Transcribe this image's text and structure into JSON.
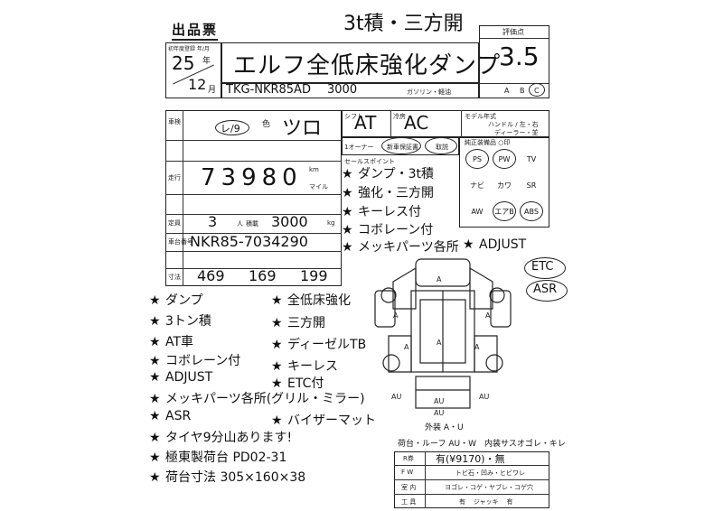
{
  "header": {
    "title": "出品票",
    "load_note": "3t積・三方開",
    "year_label": "初年度登録 年/月",
    "year": "25",
    "year_unit": "年",
    "month": "12",
    "month_unit": "月",
    "vehicle_name": "エルフ全低床強化ダンプ",
    "model_code": "TKG-NKR85AD",
    "displacement": "3000",
    "fuel_label": "ガソリン・軽油",
    "score_label": "評価点",
    "score": "3.5",
    "grades": [
      "A",
      "B",
      "C"
    ]
  },
  "form": {
    "shaken_label": "車検",
    "shaken_value": "レ/9",
    "color_label": "色",
    "color_value": "ツロ",
    "shift_label": "シフト",
    "shift_value": "AT",
    "ac_label": "冷房",
    "ac_value": "AC",
    "model_year_label": "モデル年式",
    "handle_label": "ハンドル / 左・右",
    "dealer_label": "ディーラー・並",
    "mileage_label": "走行",
    "mileage_value": "73980",
    "mileage_unit_km": "km",
    "mileage_unit_mile": "マイル",
    "capacity_label": "定員",
    "capacity_value": "3",
    "capacity_unit": "人",
    "load_label": "積載",
    "load_value": "3000",
    "load_unit": "kg",
    "chassis_label": "車台番号",
    "chassis_value": "NKR85-7034290",
    "size_label": "寸法",
    "length": "469",
    "width": "169",
    "height": "199",
    "owner_label": "1オーナー",
    "new_car_label": "新車保証書",
    "manual_label": "取説",
    "sales_point_label": "セールスポイント"
  },
  "equipment": {
    "label": "純正装備品 ○印",
    "cells": [
      "PS",
      "PW",
      "TV",
      "ナビ",
      "カワ",
      "SR",
      "AW",
      "エアB",
      "ABS"
    ]
  },
  "sales_points": [
    "ダンプ・3t積",
    "強化・三方開",
    "キーレス付",
    "コボレーン付",
    "メッキパーツ各所",
    "ADJUST"
  ],
  "badges": [
    "ETC",
    "ASR"
  ],
  "notes_left": [
    "ダンプ",
    "3トン積",
    "AT車",
    "コボレーン付",
    "ADJUST",
    "メッキパーツ各所(グリル・ミラー)",
    "ASR",
    "タイヤ9分山あります!",
    "極東製荷台 PD02-31",
    "荷台寸法 305×160×38"
  ],
  "notes_right": [
    "全低床強化",
    "三方開",
    "ディーゼルTB",
    "キーレス",
    "ETC付",
    "バイザーマット"
  ],
  "diagram": {
    "marks": [
      "A",
      "A",
      "A",
      "A",
      "A",
      "A",
      "AU",
      "AU",
      "AU",
      "AU"
    ]
  },
  "bottom": {
    "exterior": "外装 A・U",
    "cargo": "荷台・ルーフ AU・W",
    "interior": "内装サスオゴレ・キレ",
    "recycle_label": "R券",
    "recycle_value": "有(¥9170)・無",
    "fw_label": "F W",
    "fw_value": "トビ石・凹み・ヒビワレ",
    "room_label": "室 内",
    "room_value": "ヨゴレ・コゲ・ヤブレ・コゲ穴",
    "tool_label": "工 具",
    "tool_value": "有    ジャッキ    有"
  }
}
